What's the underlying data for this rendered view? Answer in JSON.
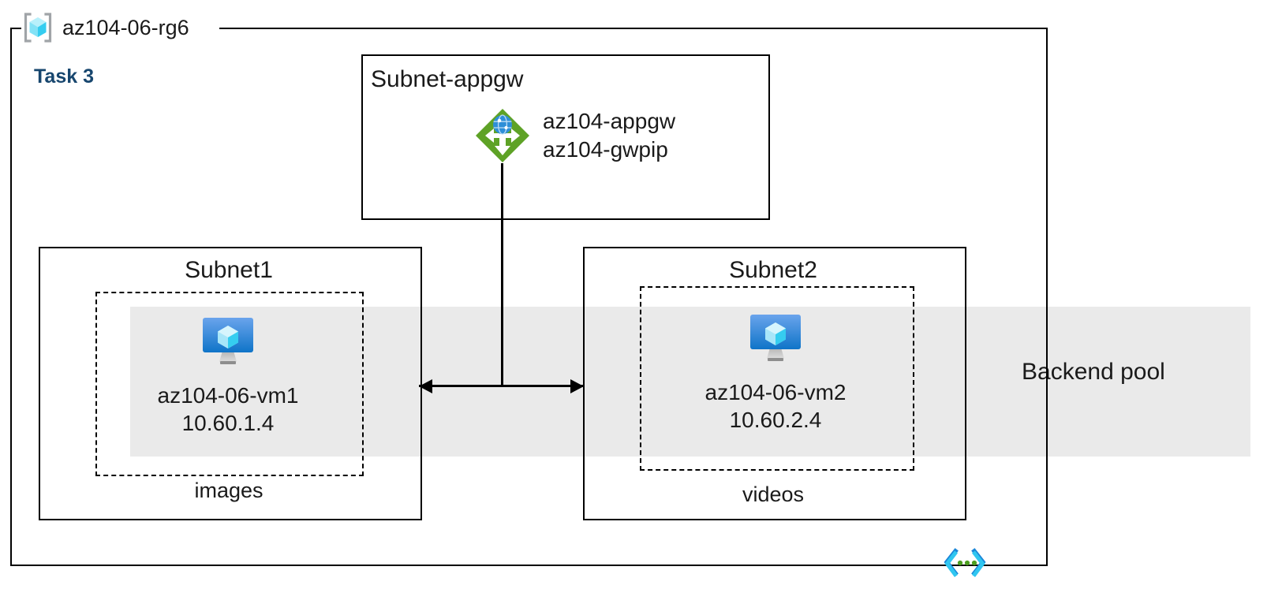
{
  "diagram": {
    "resource_group": {
      "name": "az104-06-rg6",
      "icon": "resource-group-icon"
    },
    "task_label": "Task 3",
    "backend_pool": {
      "label": "Backend pool",
      "band_color": "#eaeaea"
    },
    "subnets": [
      {
        "id": "subnet-appgw",
        "title": "Subnet-appgw",
        "footer": "",
        "resources": [
          {
            "icon": "application-gateway-icon",
            "name": "az104-appgw",
            "secondary": "az104-gwpip"
          }
        ]
      },
      {
        "id": "subnet1",
        "title": "Subnet1",
        "footer": "images",
        "vm": {
          "icon": "virtual-machine-icon",
          "name": "az104-06-vm1",
          "ip": "10.60.1.4"
        }
      },
      {
        "id": "subnet2",
        "title": "Subnet2",
        "footer": "videos",
        "vm": {
          "icon": "virtual-machine-icon",
          "name": "az104-06-vm2",
          "ip": "10.60.2.4"
        }
      }
    ],
    "footer_icon": "code-brackets-icon",
    "colors": {
      "task_label": "#17466e",
      "appgw_diamond": "#5ea226",
      "appgw_globe": "#2e8fd8",
      "vm_monitor": "#1a86d8",
      "rg_cube": "#55d6f5",
      "border": "#000000",
      "code_icon_blue": "#1a86d8",
      "code_icon_cyan": "#30c6f0",
      "code_icon_green": "#4c9e1f"
    }
  }
}
